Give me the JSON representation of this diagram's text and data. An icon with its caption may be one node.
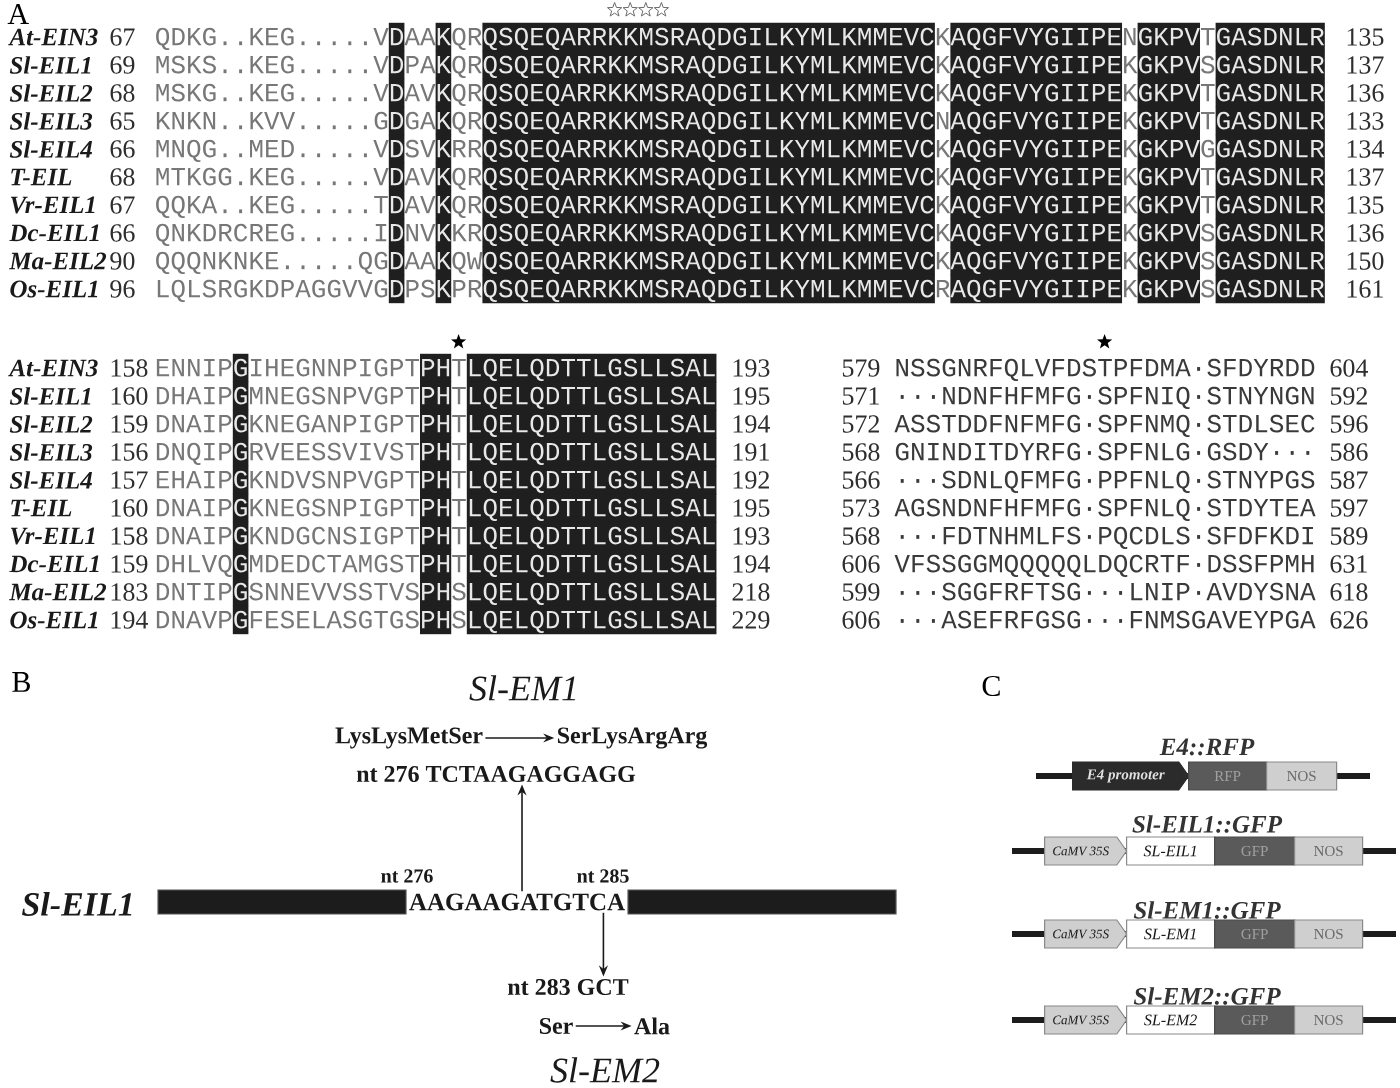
{
  "diagram": {
    "nodes": [
      {
        "text": [
          "LysLysMetSer"
        ]
      },
      {
        "text": [
          "SerLysArgArg"
        ]
      },
      {
        "text": [
          "nt 276 TCTAAGAGGAGG"
        ]
      },
      {
        "text": [
          "AAGAAGATGTCA"
        ]
      },
      {
        "text": [
          "nt 283 GCT"
        ]
      },
      {
        "text": [
          "Ser"
        ]
      },
      {
        "text": [
          "Ala"
        ]
      },
      {
        "text": [
          "E4 promoter"
        ]
      },
      {
        "text": [
          "RFP"
        ]
      },
      {
        "text": [
          "NOS"
        ]
      },
      {
        "text": [
          "CaMV 35S"
        ]
      },
      {
        "text": [
          "SL-EIL1"
        ]
      },
      {
        "text": [
          "GFP"
        ]
      },
      {
        "text": [
          "NOS"
        ]
      },
      {
        "text": [
          "CaMV 35S"
        ]
      },
      {
        "text": [
          "SL-EM1"
        ]
      },
      {
        "text": [
          "GFP"
        ]
      },
      {
        "text": [
          "NOS"
        ]
      },
      {
        "text": [
          "CaMV 35S"
        ]
      },
      {
        "text": [
          "SL-EM2"
        ]
      },
      {
        "text": [
          "GFP"
        ]
      },
      {
        "text": [
          "NOS"
        ]
      }
    ],
    "edges": [
      {
        "from": 0,
        "to": 1,
        "arrow": "to"
      },
      {
        "from": 3,
        "to": 2,
        "arrow": "to"
      },
      {
        "from": 3,
        "to": 4,
        "arrow": "to"
      },
      {
        "from": 5,
        "to": 6,
        "arrow": "to"
      }
    ],
    "labels": [
      "A",
      "At-EIN3",
      "67",
      "QDKG..KEG.....V",
      "D",
      "AA",
      "K",
      "QR",
      "QSQEQARRKKMSRAQDGILKYMLKMMEVC",
      "K",
      "AQGFVYGIIPE",
      "N",
      "GKPV",
      "T",
      "GASDNLR",
      "135",
      "Sl-EIL1",
      "69",
      "MSKS..KEG.....V",
      "D",
      "PA",
      "K",
      "QR",
      "QSQEQARRKKMSRAQDGILKYMLKMMEVC",
      "K",
      "AQGFVYGIIPE",
      "K",
      "GKPV",
      "S",
      "GASDNLR",
      "137",
      "Sl-EIL2",
      "68",
      "MSKG..KEG.....V",
      "D",
      "AV",
      "K",
      "QR",
      "QSQEQARRKKMSRAQDGILKYMLKMMEVC",
      "K",
      "AQGFVYGIIPE",
      "K",
      "GKPV",
      "T",
      "GASDNLR",
      "136",
      "Sl-EIL3",
      "65",
      "KNKN..KVV.....G",
      "D",
      "GA",
      "K",
      "QR",
      "QSQEQARRKKMSRAQDGILKYMLKMMEVC",
      "N",
      "AQGFVYGIIPE",
      "K",
      "GKPV",
      "T",
      "GASDNLR",
      "133",
      "Sl-EIL4",
      "66",
      "MNQG..MED.....V",
      "D",
      "SV",
      "K",
      "RR",
      "QSQEQARRKKMSRAQDGILKYMLKMMEVC",
      "K",
      "AQGFVYGIIPE",
      "K",
      "GKPV",
      "G",
      "GASDNLR",
      "134",
      "T-EIL",
      "68",
      "MTKGG.KEG.....V",
      "D",
      "AV",
      "K",
      "QR",
      "QSQEQARRKKMSRAQDGILKYMLKMMEVC",
      "K",
      "AQGFVYGIIPE",
      "K",
      "GKPV",
      "T",
      "GASDNLR",
      "137",
      "Vr-EIL1",
      "67",
      "QQKA..KEG.....T",
      "D",
      "AV",
      "K",
      "QR",
      "QSQEQARRKKMSRAQDGILKYMLKMMEVC",
      "K",
      "AQGFVYGIIPE",
      "K",
      "GKPV",
      "T",
      "GASDNLR",
      "135",
      "Dc-EIL1",
      "66",
      "QNKDRCREG.....I",
      "D",
      "NV",
      "K",
      "KR",
      "QSQEQARRKKMSRAQDGILKYMLKMMEVC",
      "K",
      "AQGFVYGIIPE",
      "K",
      "GKPV",
      "S",
      "GASDNLR",
      "136",
      "Ma-EIL2",
      "90",
      "QQQNKNKE.....QG",
      "D",
      "AA",
      "K",
      "QW",
      "QSQEQARRKKMSRAQDGILKYMLKMMEVC",
      "K",
      "AQGFVYGIIPE",
      "K",
      "GKPV",
      "S",
      "GASDNLR",
      "150",
      "Os-EIL1",
      "96",
      "LQLSRGKDPAGGVVG",
      "D",
      "PS",
      "K",
      "PR",
      "QSQEQARRKKMSRAQDGILKYMLKMMEVC",
      "R",
      "AQGFVYGIIPE",
      "K",
      "GKPV",
      "S",
      "GASDNLR",
      "161",
      "At-EIN3",
      "158",
      "ENNIP",
      "G",
      "IHEGNNPIGPT",
      "PH",
      "T",
      "LQELQDTTLGSLLSAL",
      "193",
      "579",
      "NSSGNRFQLVFDSTPFDMA·SFDYRDD",
      "604",
      "Sl-EIL1",
      "160",
      "DHAIP",
      "G",
      "MNEGSNPVGPT",
      "PH",
      "T",
      "LQELQDTTLGSLLSAL",
      "195",
      "571",
      "···NDNFHFMFG·SPFNIQ·STNYNGN",
      "592",
      "Sl-EIL2",
      "159",
      "DNAIP",
      "G",
      "KNEGANPIGPT",
      "PH",
      "T",
      "LQELQDTTLGSLLSAL",
      "194",
      "572",
      "ASSTDDFNFMFG·SPFNMQ·STDLSEC",
      "596",
      "Sl-EIL3",
      "156",
      "DNQIP",
      "G",
      "RVEESSVIVST",
      "PH",
      "T",
      "LQELQDTTLGSLLSAL",
      "191",
      "568",
      "GNINDITDYRFG·SPFNLG·GSDY···",
      "586",
      "Sl-EIL4",
      "157",
      "EHAIP",
      "G",
      "KNDVSNPVGPT",
      "PH",
      "T",
      "LQELQDTTLGSLLSAL",
      "192",
      "566",
      "···SDNLQFMFG·PPFNLQ·STNYPGS",
      "587",
      "T-EIL",
      "160",
      "DNAIP",
      "G",
      "KNEGSNPIGPT",
      "PH",
      "T",
      "LQELQDTTLGSLLSAL",
      "195",
      "573",
      "AGSNDNFHFMFG·SPFNLQ·STDYTEA",
      "597",
      "Vr-EIL1",
      "158",
      "DNAIP",
      "G",
      "KNDGCNSIGPT",
      "PH",
      "T",
      "LQELQDTTLGSLLSAL",
      "193",
      "568",
      "···FDTNHMLFS·PQCDLS·SFDFKDI",
      "589",
      "Dc-EIL1",
      "159",
      "DHLVQ",
      "G",
      "MDEDCTAMGST",
      "PH",
      "T",
      "LQELQDTTLGSLLSAL",
      "194",
      "606",
      "VFSSGGMQQQQQLDQCRTF·DSSFPMH",
      "631",
      "Ma-EIL2",
      "183",
      "DNTIP",
      "G",
      "SNNEVVSSTVS",
      "PH",
      "S",
      "LQELQDTTLGSLLSAL",
      "218",
      "599",
      "···SGGFRFTSG···LNIP·AVDYSNA",
      "618",
      "Os-EIL1",
      "194",
      "DNAVP",
      "G",
      "FESELASGTGS",
      "PH",
      "S",
      "LQELQDTTLGSLLSAL",
      "229",
      "606",
      "···ASEFRFGSG···FNMSGAVEYPGA",
      "626",
      "B",
      "Sl-EM1",
      "nt 276",
      "nt 285",
      "Sl-EIL1",
      "Sl-EM2",
      "C",
      "E4::RFP",
      "Sl-EIL1::GFP",
      "Sl-EM1::GFP",
      "Sl-EM2::GFP"
    ]
  }
}
